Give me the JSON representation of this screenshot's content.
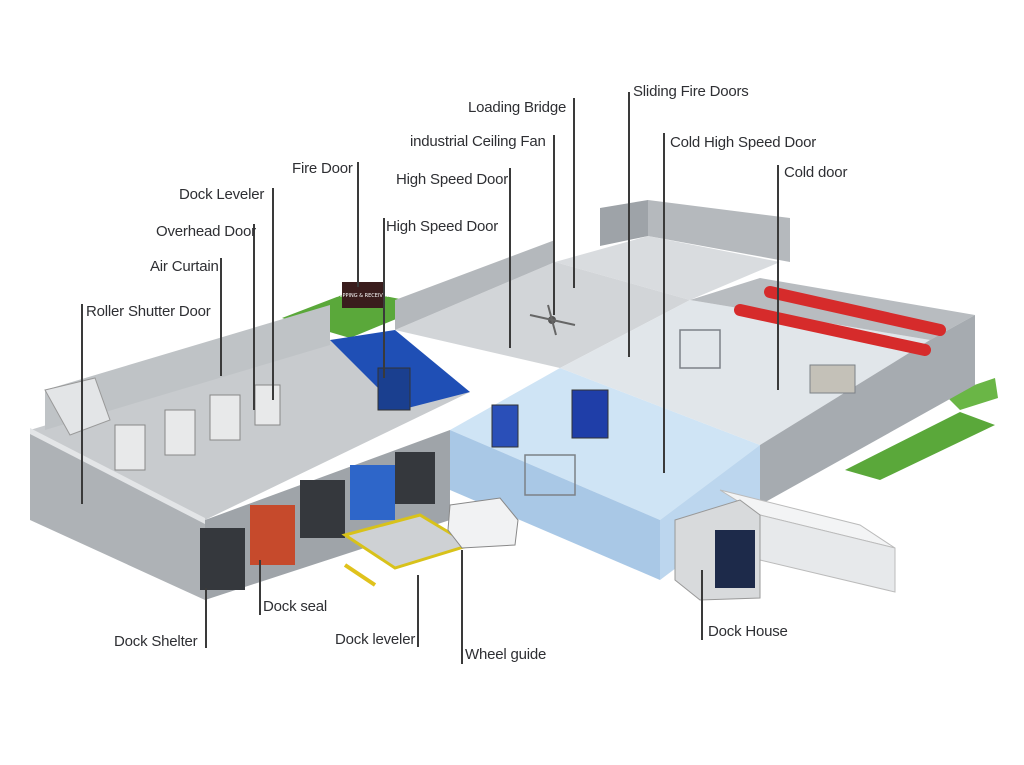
{
  "labels": {
    "sliding_fire_doors": "Sliding Fire Doors",
    "loading_bridge": "Loading Bridge",
    "industrial_ceiling_fan": "industrial Ceiling Fan",
    "cold_high_speed_door": "Cold High Speed Door",
    "fire_door": "Fire Door",
    "high_speed_door_upper": "High Speed Door",
    "cold_door": "Cold door",
    "dock_leveler_upper": "Dock Leveler",
    "overhead_door": "Overhead Door",
    "high_speed_door_lower": "High Speed Door",
    "air_curtain": "Air Curtain",
    "roller_shutter_door": "Roller Shutter Door",
    "dock_seal": "Dock seal",
    "dock_shelter": "Dock Shelter",
    "dock_leveler_lower": "Dock leveler",
    "wheel_guide": "Wheel guide",
    "dock_house": "Dock House"
  },
  "sign_text": "SHIPPING & RECEIVING",
  "colors": {
    "floor_gray": "#cfd2d4",
    "wall_gray": "#a9adb1",
    "cold_blue": "#cfe4f5",
    "fire_door_blue": "#1f4fb5",
    "duct_red": "#d62b2b",
    "grass_green": "#5aa83a",
    "label_text": "#2e2f33"
  }
}
